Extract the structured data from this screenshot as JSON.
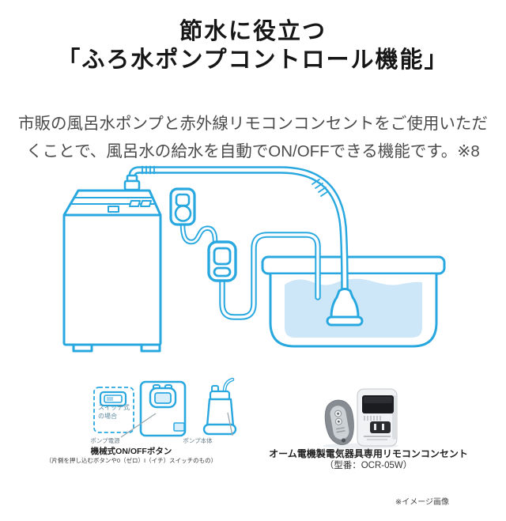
{
  "page": {
    "background": "#ffffff"
  },
  "title": {
    "line1": "節水に役立つ",
    "line2": "「ふろ水ポンプコントロール機能」"
  },
  "description": {
    "line1": "市販の風呂水ポンプと赤外線リモコンコンセントをご使用いただ",
    "line2": "くことで、風呂水の給水を自動でON/OFFできる機能です。※8"
  },
  "diagram": {
    "colors": {
      "line_blue": "#29a8e0",
      "water_blue": "#cde7f8",
      "fill_white": "#ffffff",
      "pointer_gray": "#9aa7ad"
    },
    "icons": [
      "washing-machine-icon",
      "water-hose-icon",
      "ir-remote-plug-icon",
      "pump-controller-icon",
      "power-cord-icon",
      "bathtub-icon",
      "bath-water-icon",
      "bath-pump-icon"
    ]
  },
  "pump_notes": {
    "switch_case_line1": "スイッチ式",
    "switch_case_line2": "の場合",
    "pump_power_label": "ポンプ電源",
    "pump_body_label": "ポンプ本体",
    "heading": "機械式ON/OFFボタン",
    "subtext": "（片側を押し込むボタンや0（ゼロ）I（イチ）スイッチのもの）"
  },
  "remote_product": {
    "heading": "オーム電機製電気器具専用リモコンコンセント",
    "model": "（型番：OCR-05W）",
    "photo_icons": [
      "remote-control-photo",
      "remote-outlet-photo"
    ]
  },
  "image_note": "※イメージ画像"
}
